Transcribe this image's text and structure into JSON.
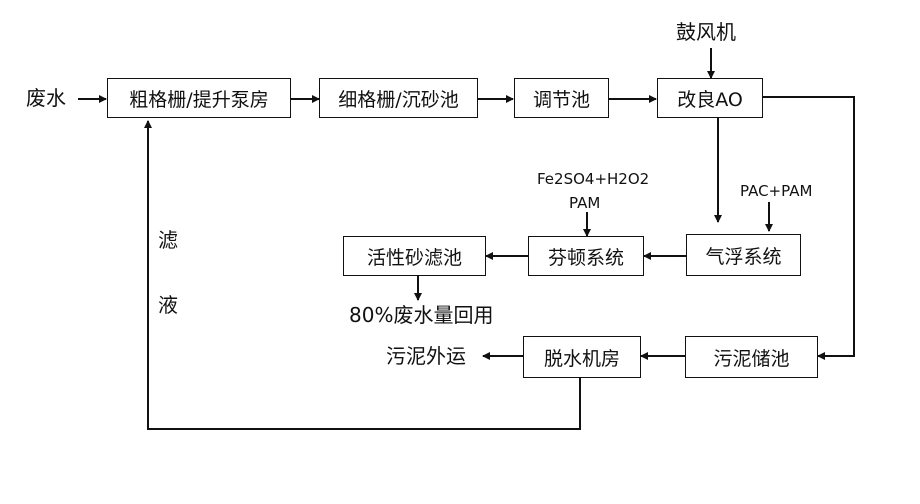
{
  "diagram": {
    "nodes": {
      "coarse_screen": "粗格栅/提升泵房",
      "fine_screen": "细格栅/沉砂池",
      "regulating_tank": "调节池",
      "improved_ao": "改良AO",
      "air_flotation": "气浮系统",
      "fenton": "芬顿系统",
      "sand_filter": "活性砂滤池",
      "sludge_tank": "污泥储池",
      "dewatering_room": "脱水机房"
    },
    "labels": {
      "wastewater_in": "废水",
      "blower": "鼓风机",
      "fenton_reagent": "Fe2SO4+H2O2",
      "fenton_pam": "PAM",
      "flotation_reagent": "PAC+PAM",
      "reuse": "80%废水量回用",
      "sludge_out": "污泥外运",
      "filtrate_1": "滤",
      "filtrate_2": "液"
    }
  }
}
